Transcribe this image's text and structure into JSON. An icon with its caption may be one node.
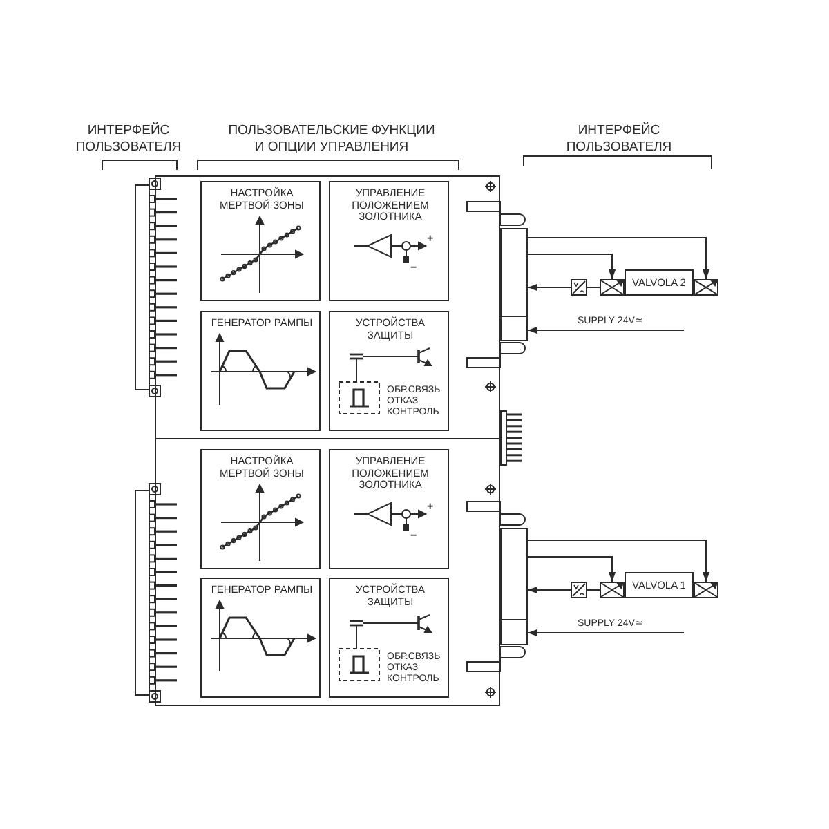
{
  "diagram": {
    "nodes": [
      {
        "text": [],
        "shape": "box"
      },
      {
        "text": [
          "НАСТРОЙКА МЕРТВОЙ ЗОНЫ"
        ],
        "in": 0
      },
      {
        "text": [
          "УПРАВЛЕНИЕ ПОЛОЖЕНИЕМ ЗОЛОТНИКА",
          "+",
          "−"
        ],
        "in": 0
      },
      {
        "text": [
          "ГЕНЕРАТОР РАМПЫ"
        ],
        "in": 0
      },
      {
        "text": [
          "УСТРОЙСТВА ЗАЩИТЫ",
          "ОБР.СВЯЗЬ ОТКАЗ КОНТРОЛЬ"
        ],
        "in": 0
      },
      {
        "text": [],
        "shape": "box"
      },
      {
        "text": [],
        "shape": "box"
      },
      {
        "text": [],
        "shape": "box"
      },
      {
        "text": [
          "VALVOLA 2"
        ]
      },
      {
        "text": [],
        "shape": "box"
      },
      {
        "text": [],
        "shape": "box"
      },
      {
        "text": [
          "НАСТРОЙКА МЕРТВОЙ ЗОНЫ"
        ],
        "in": 10
      },
      {
        "text": [
          "УПРАВЛЕНИЕ ПОЛОЖЕНИЕМ ЗОЛОТНИКА",
          "+",
          "−"
        ],
        "in": 10
      },
      {
        "text": [
          "ГЕНЕРАТОР РАМПЫ"
        ],
        "in": 10
      },
      {
        "text": [
          "УСТРОЙСТВА ЗАЩИТЫ",
          "ОБР.СВЯЗЬ ОТКАЗ КОНТРОЛЬ"
        ],
        "in": 10
      },
      {
        "text": [],
        "shape": "box"
      },
      {
        "text": [],
        "shape": "box"
      },
      {
        "text": [],
        "shape": "box"
      },
      {
        "text": [
          "VALVOLA 1"
        ]
      },
      {
        "text": [],
        "shape": "box"
      }
    ],
    "edges": [
      {
        "from": 5,
        "to": 9,
        "arrow": "to"
      },
      {
        "from": 5,
        "to": 7,
        "arrow": "to"
      },
      {
        "from": 6,
        "to": 5,
        "arrow": "to"
      },
      {
        "from": 6,
        "to": 7,
        "arrow": "none"
      },
      {
        "from": null,
        "to": 5,
        "arrow": "to",
        "label": "SUPPLY 24V≃"
      },
      {
        "from": 15,
        "to": 19,
        "arrow": "to"
      },
      {
        "from": 15,
        "to": 17,
        "arrow": "to"
      },
      {
        "from": 16,
        "to": 15,
        "arrow": "to"
      },
      {
        "from": 16,
        "to": 17,
        "arrow": "none"
      },
      {
        "from": null,
        "to": 15,
        "arrow": "to",
        "label": "SUPPLY 24V≃"
      }
    ],
    "labels": [
      "ИНТЕРФЕЙС ПОЛЬЗОВАТЕЛЯ",
      "ПОЛЬЗОВАТЕЛЬСКИЕ ФУНКЦИИ И ОПЦИИ УПРАВЛЕНИЯ",
      "ИНТЕРФЕЙС ПОЛЬЗОВАТЕЛЯ"
    ]
  }
}
